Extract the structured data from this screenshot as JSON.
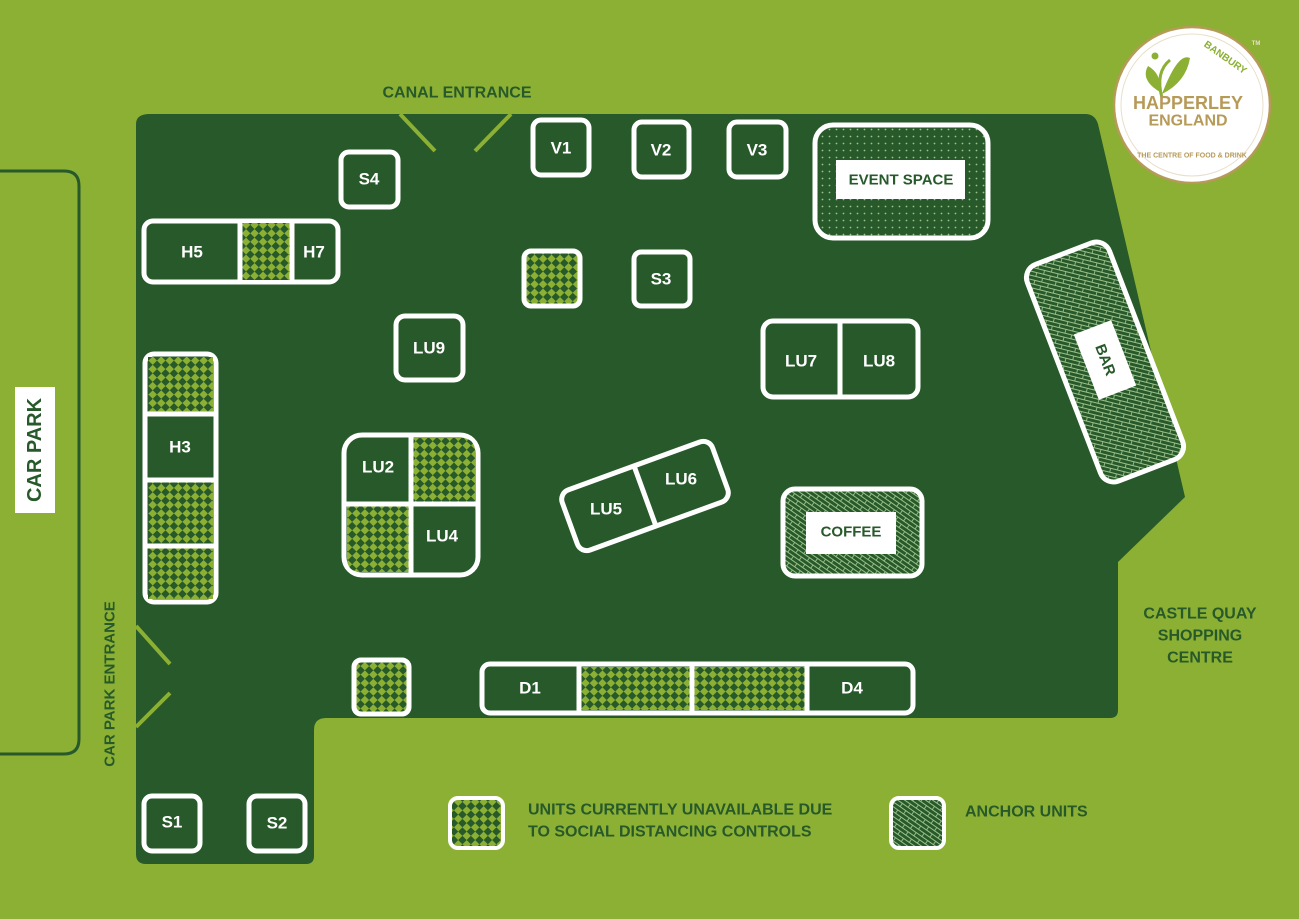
{
  "colors": {
    "background": "#8bb033",
    "floor": "#27592a",
    "outline": "#ffffff",
    "unavailable_check": "#8bb033",
    "label_text": "#27592a",
    "logo_gold": "#b69a58",
    "logo_green": "#8bb033"
  },
  "labels": {
    "car_park": "CAR PARK",
    "car_park_entrance": "CAR PARK ENTRANCE",
    "canal_entrance": "CANAL ENTRANCE",
    "castle_quay_line1": "CASTLE QUAY",
    "castle_quay_line2": "SHOPPING",
    "castle_quay_line3": "CENTRE"
  },
  "logo": {
    "line1": "HAPPERLEY",
    "line2": "ENGLAND",
    "location": "BANBURY",
    "tagline": "THE CENTRE OF FOOD & DRINK",
    "mark": "TM"
  },
  "units": {
    "v1": "V1",
    "v2": "V2",
    "v3": "V3",
    "s1": "S1",
    "s2": "S2",
    "s3": "S3",
    "s4": "S4",
    "h3": "H3",
    "h5": "H5",
    "h7": "H7",
    "lu2": "LU2",
    "lu4": "LU4",
    "lu5": "LU5",
    "lu6": "LU6",
    "lu7": "LU7",
    "lu8": "LU8",
    "lu9": "LU9",
    "d1": "D1",
    "d4": "D4",
    "event_space": "EVENT SPACE",
    "coffee": "COFFEE",
    "bar": "BAR"
  },
  "legend": {
    "unavailable_line1": "UNITS CURRENTLY UNAVAILABLE DUE",
    "unavailable_line2": "TO SOCIAL DISTANCING CONTROLS",
    "anchor": "ANCHOR UNITS"
  }
}
